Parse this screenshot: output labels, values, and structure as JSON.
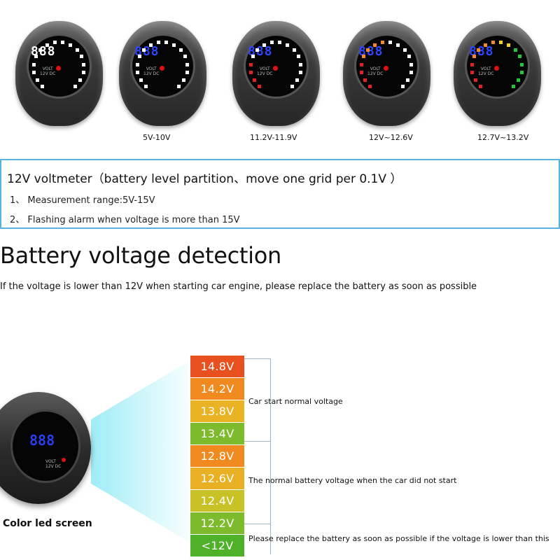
{
  "meters": [
    {
      "reading": "888",
      "digit_color": "#ffffff",
      "segments": [
        "#ffffff",
        "#ffffff",
        "#ffffff",
        "#ffffff",
        "#ffffff",
        "#ffffff",
        "#ffffff",
        "#ffffff",
        "#ffffff",
        "#ffffff",
        "#ffffff",
        "#ffffff",
        "#ffffff",
        "#ffffff",
        "#ffffff",
        "#ffffff"
      ]
    },
    {
      "reading": "888",
      "digit_color": "#2e44ff",
      "segments": [
        "#ffffff",
        "#ffffff",
        "#ffffff",
        "#ffffff",
        "#ffffff",
        "#ffffff",
        "#ffffff",
        "#ffffff",
        "#ffffff",
        "#ffffff",
        "#ffffff",
        "#ffffff",
        "#ffffff",
        "#ffffff",
        "#ffffff",
        "#ffffff"
      ]
    },
    {
      "reading": "888",
      "digit_color": "#2e44ff",
      "segments": [
        "#e2202a",
        "#e2202a",
        "#e2202a",
        "#e2202a",
        "#ffffff",
        "#ffffff",
        "#ffffff",
        "#ffffff",
        "#ffffff",
        "#ffffff",
        "#ffffff",
        "#ffffff",
        "#ffffff",
        "#ffffff",
        "#ffffff",
        "#ffffff"
      ]
    },
    {
      "reading": "888",
      "digit_color": "#2e44ff",
      "segments": [
        "#e2202a",
        "#e2202a",
        "#e2202a",
        "#e2202a",
        "#f28a2b",
        "#f28a2b",
        "#f28a2b",
        "#f28a2b",
        "#ffffff",
        "#ffffff",
        "#ffffff",
        "#ffffff",
        "#ffffff",
        "#ffffff",
        "#ffffff",
        "#ffffff"
      ]
    },
    {
      "reading": "888",
      "digit_color": "#2e44ff",
      "segments": [
        "#e2202a",
        "#e2202a",
        "#e2202a",
        "#e2202a",
        "#f28a2b",
        "#f28a2b",
        "#f28a2b",
        "#f28a2b",
        "#f2d22b",
        "#f2d22b",
        "#26c43a",
        "#26c43a",
        "#26c43a",
        "#26c43a",
        "#26c43a",
        "#26c43a"
      ]
    }
  ],
  "meter_unit_text": "VOLT\n12V DC",
  "range_labels": [
    "5V-10V",
    "11.2V-11.9V",
    "12V~12.6V",
    "12.7V~13.2V"
  ],
  "info": {
    "title": "12V voltmeter（battery level partition、move one grid per 0.1V ）",
    "items": [
      "1、 Measurement range:5V-15V",
      "2、 Flashing alarm when voltage is more than 15V"
    ]
  },
  "heading": "Battery voltage detection",
  "subheading": "If the voltage is lower than 12V when starting car engine, please replace the battery as soon as possible",
  "big_meter": {
    "reading": "888",
    "unit_text": "VOLT\n12V DC"
  },
  "color_screen_label": "Color led screen",
  "scale": {
    "cells": [
      {
        "label": "14.8V",
        "color": "#e8511f"
      },
      {
        "label": "14.2V",
        "color": "#f08a1f"
      },
      {
        "label": "13.8V",
        "color": "#e9b324"
      },
      {
        "label": "13.4V",
        "color": "#7dbb2c"
      },
      {
        "label": "12.8V",
        "color": "#f08a1f"
      },
      {
        "label": "12.6V",
        "color": "#eab024"
      },
      {
        "label": "12.4V",
        "color": "#c9c226"
      },
      {
        "label": "12.2V",
        "color": "#7dbb2c"
      },
      {
        "label": "<12V",
        "color": "#4fb02a"
      }
    ],
    "notes": [
      "Car start normal voltage",
      "The normal battery voltage when the car did not start",
      "Please replace the battery as soon as possible if the voltage is lower than this"
    ]
  }
}
